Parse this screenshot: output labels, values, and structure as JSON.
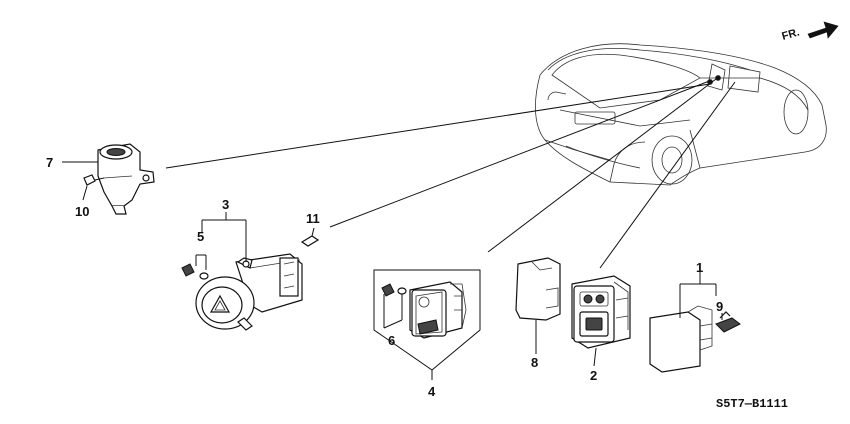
{
  "direction_label": "FR.",
  "diagram_code": "S5T7—B1111",
  "callouts": [
    {
      "id": "c1",
      "text": "1"
    },
    {
      "id": "c2",
      "text": "2"
    },
    {
      "id": "c3",
      "text": "3"
    },
    {
      "id": "c4",
      "text": "4"
    },
    {
      "id": "c5",
      "text": "5"
    },
    {
      "id": "c6",
      "text": "6"
    },
    {
      "id": "c7",
      "text": "7"
    },
    {
      "id": "c8",
      "text": "8"
    },
    {
      "id": "c9",
      "text": "9"
    },
    {
      "id": "c10",
      "text": "10"
    },
    {
      "id": "c11",
      "text": "11"
    }
  ]
}
